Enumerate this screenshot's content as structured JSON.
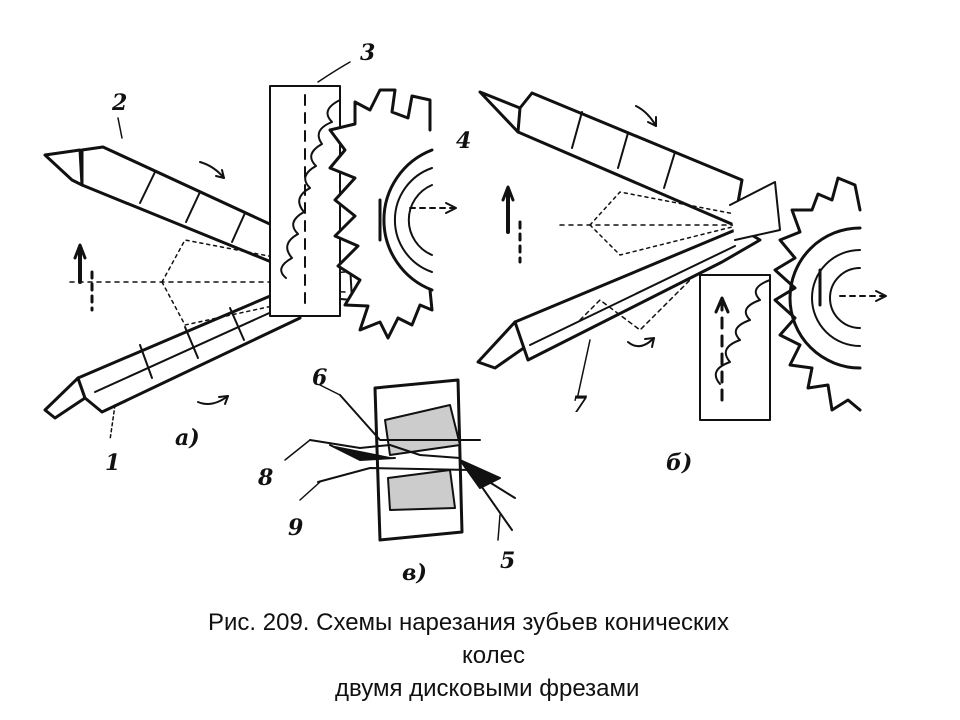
{
  "figure": {
    "labels": {
      "l1": "1",
      "l2": "2",
      "l3": "3",
      "l4": "4",
      "l5": "5",
      "l6": "6",
      "l7": "7",
      "l8": "8",
      "l9": "9"
    },
    "sub_a": "а)",
    "sub_b": "б)",
    "sub_c": "в)"
  },
  "caption": {
    "line1": "Рис. 209. Схемы нарезания зубьев конических",
    "line2": "колес",
    "line3": "двумя дисковыми фрезами"
  }
}
